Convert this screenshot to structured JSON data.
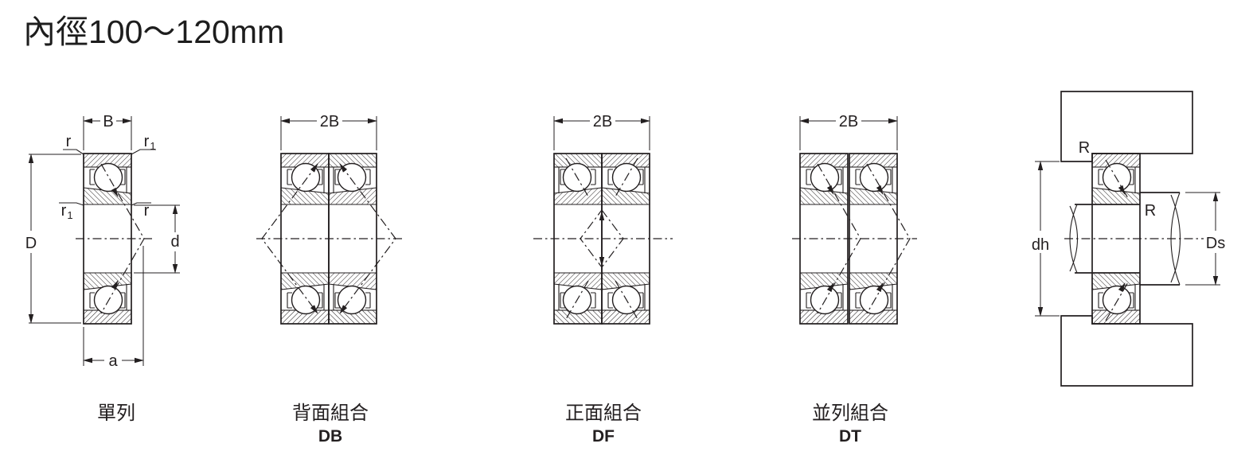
{
  "title": "內徑100～120mm",
  "colors": {
    "ink": "#231f20",
    "paper": "#ffffff"
  },
  "diagrams": {
    "single": {
      "caption": "單列",
      "dim_width": "B",
      "dim_outer": "D",
      "dim_bore": "d",
      "dim_load_center": "a",
      "chamfer": "r",
      "chamfer_sub": "1"
    },
    "db": {
      "caption": "背面組合",
      "code": "DB",
      "dim_width": "2B"
    },
    "df": {
      "caption": "正面組合",
      "code": "DF",
      "dim_width": "2B"
    },
    "dt": {
      "caption": "並列組合",
      "code": "DT",
      "dim_width": "2B"
    },
    "mounting": {
      "fillet": "R",
      "dim_housing_bore": "dh",
      "dim_shaft_shoulder": "Ds"
    }
  }
}
